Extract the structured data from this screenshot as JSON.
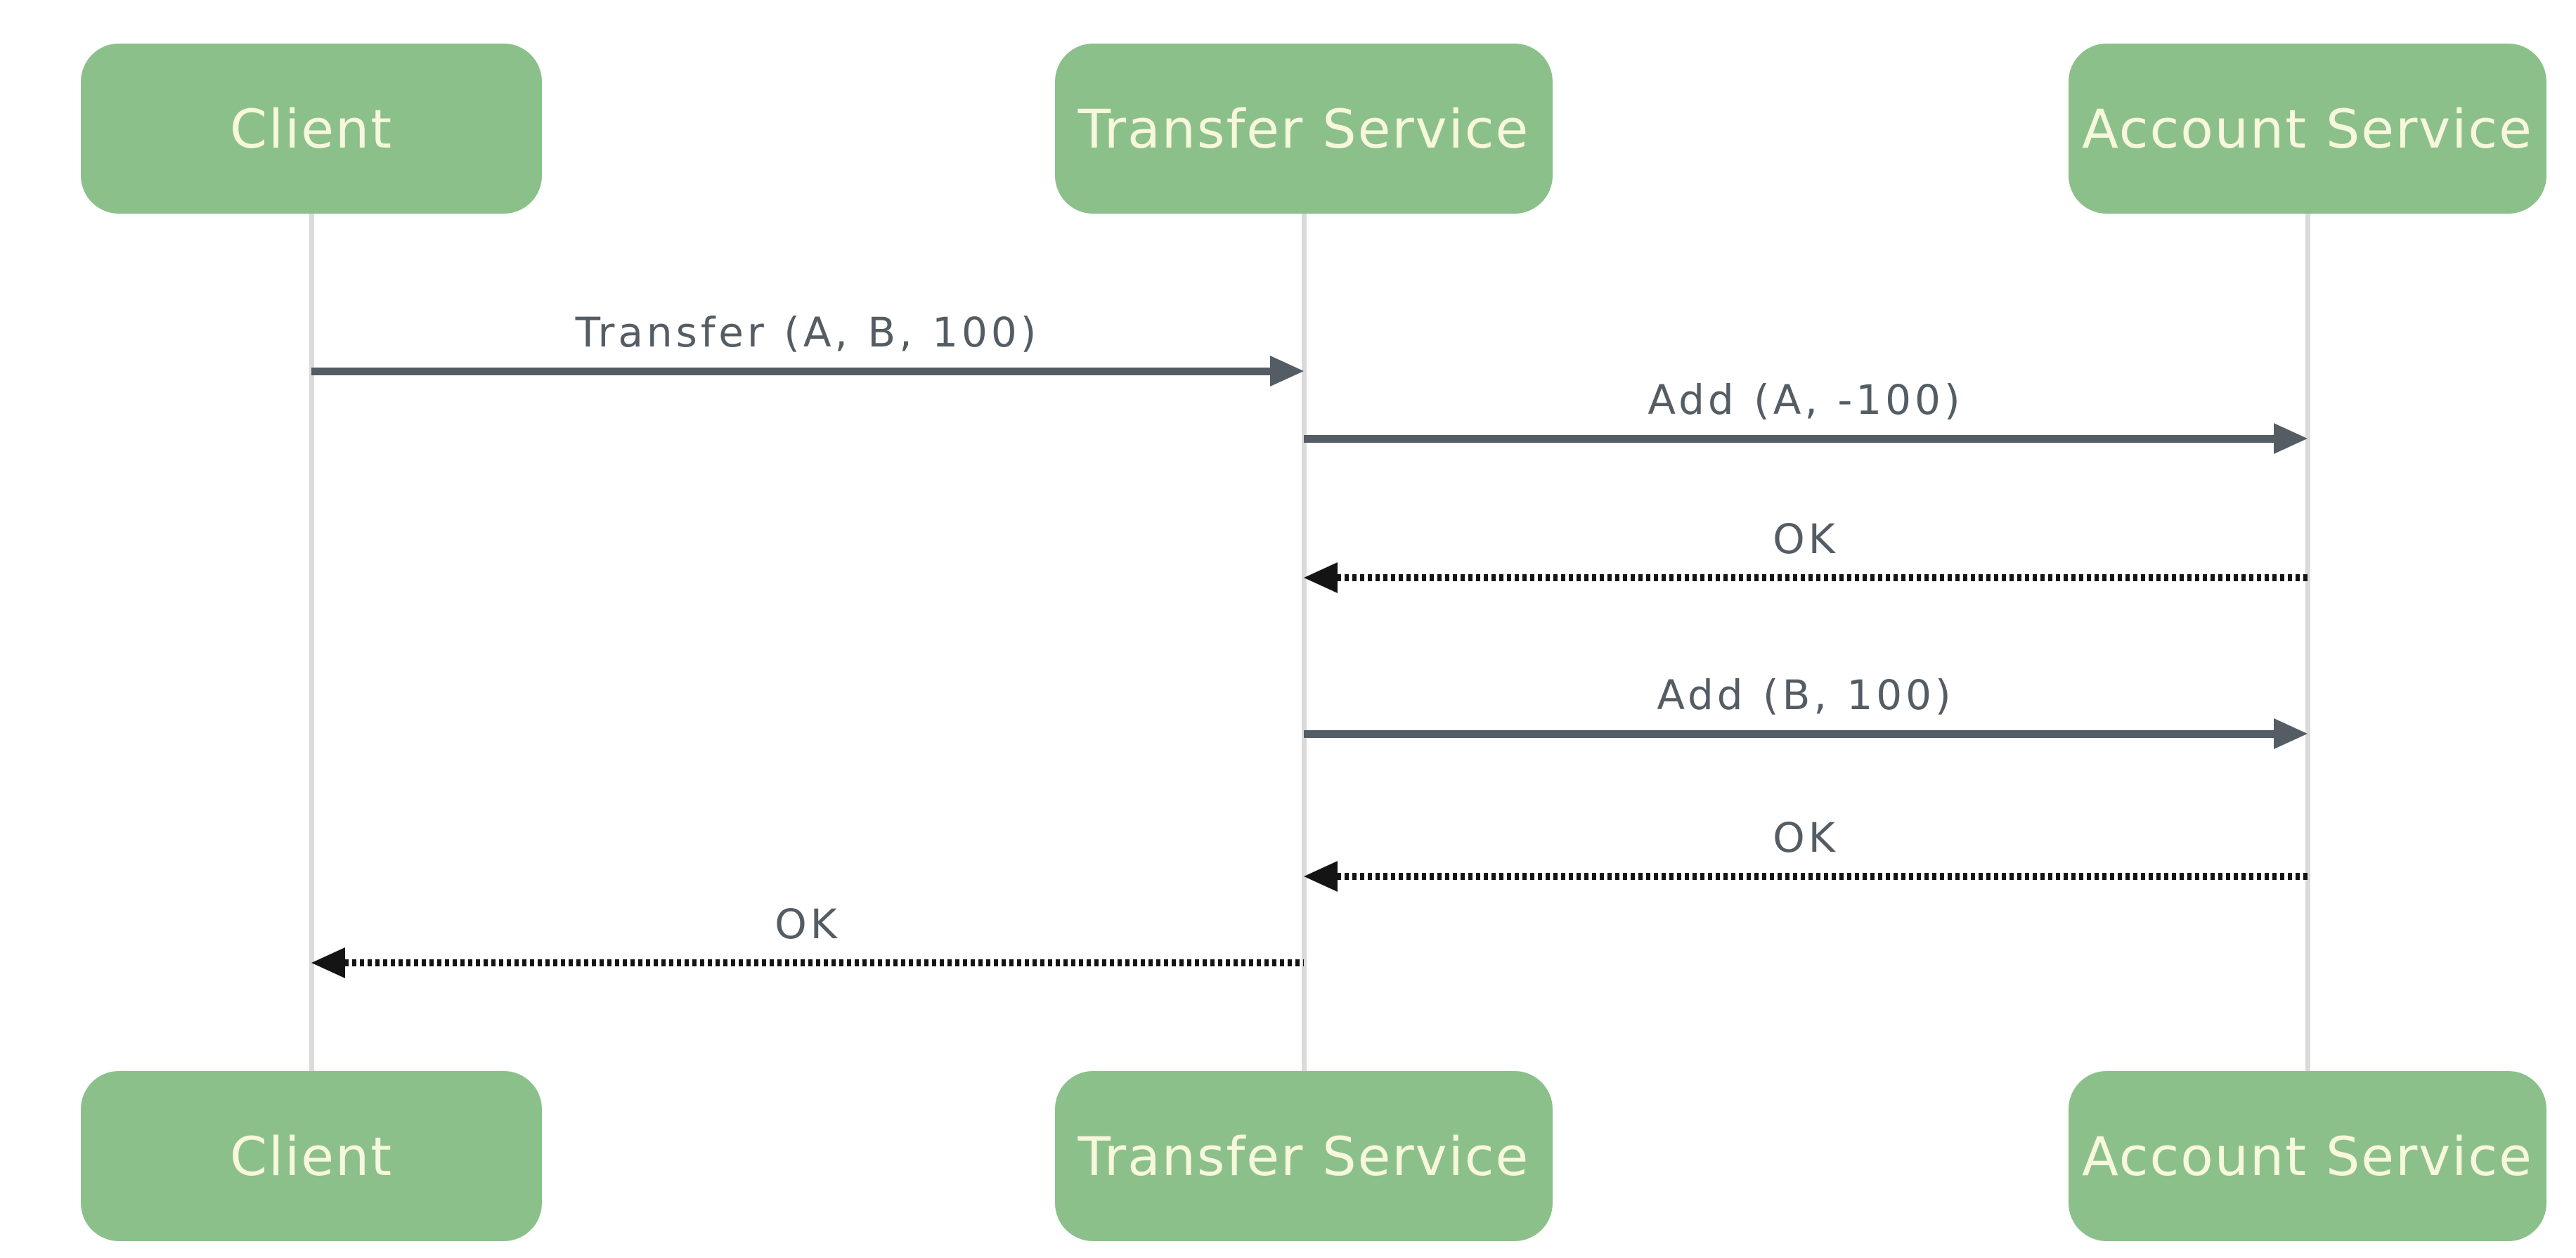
{
  "diagram": {
    "type": "sequence-diagram",
    "actors": [
      {
        "id": "client",
        "label": "Client"
      },
      {
        "id": "transfer-service",
        "label": "Transfer Service"
      },
      {
        "id": "account-service",
        "label": "Account Service"
      }
    ],
    "messages": [
      {
        "from": "client",
        "to": "transfer-service",
        "label": "Transfer (A, B, 100)",
        "line": "solid"
      },
      {
        "from": "transfer-service",
        "to": "account-service",
        "label": "Add (A, -100)",
        "line": "solid"
      },
      {
        "from": "account-service",
        "to": "transfer-service",
        "label": "OK",
        "line": "dotted"
      },
      {
        "from": "transfer-service",
        "to": "account-service",
        "label": "Add (B, 100)",
        "line": "solid"
      },
      {
        "from": "account-service",
        "to": "transfer-service",
        "label": "OK",
        "line": "dotted"
      },
      {
        "from": "transfer-service",
        "to": "client",
        "label": "OK",
        "line": "dotted"
      }
    ],
    "colors": {
      "actor_fill": "#8BC08B",
      "actor_text": "#F7F7DC",
      "message_text": "#545C64",
      "solid_arrow": "#545C64",
      "dotted_arrow": "#141414",
      "lifeline": "#DADADA",
      "background": "#FFFFFF"
    }
  }
}
